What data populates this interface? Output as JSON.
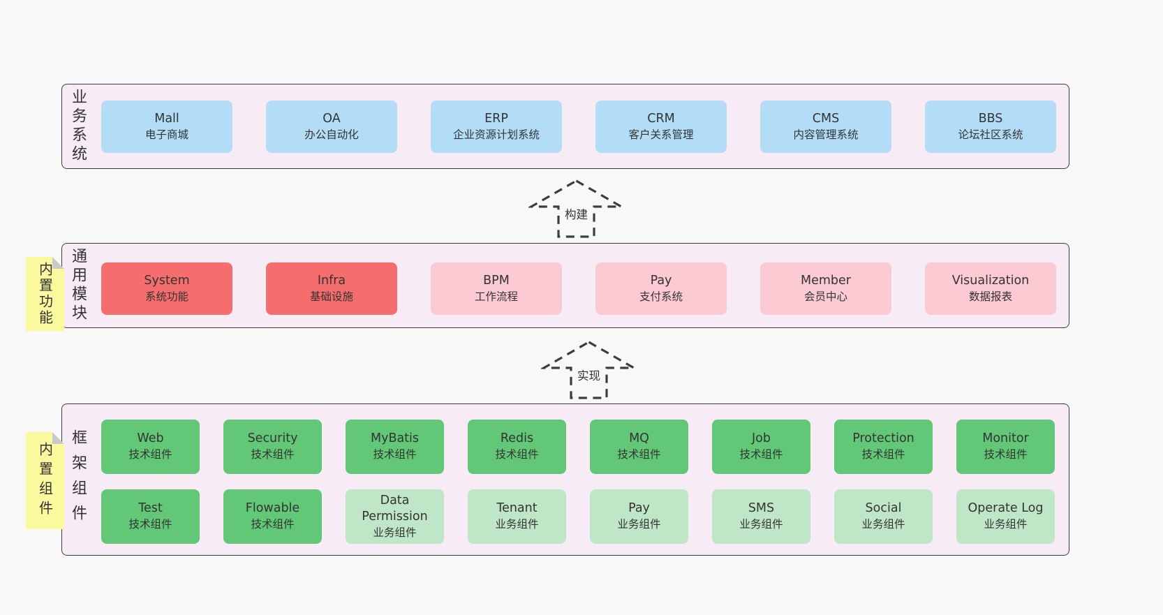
{
  "diagram": {
    "background": "#f8f8f8",
    "container_fill": "#f7ecf5",
    "container_border": "#3a3a3a",
    "text_color": "#333333",
    "note_fill": "#fbf99e",
    "note_fold_color": "#c9c9c9",
    "arrow_stroke": "#3d3d3d"
  },
  "module_colors": {
    "blue": "#b3ddf7",
    "red": "#f56d6d",
    "pink": "#fbcad3",
    "green": "#62c878",
    "green_light": "#bfe7c7"
  },
  "sections": [
    {
      "label": "业务系统",
      "rows": [
        [
          {
            "en": "Mall",
            "zh": "电子商城",
            "variant": "blue"
          },
          {
            "en": "OA",
            "zh": "办公自动化",
            "variant": "blue"
          },
          {
            "en": "ERP",
            "zh": "企业资源计划系统",
            "variant": "blue"
          },
          {
            "en": "CRM",
            "zh": "客户关系管理",
            "variant": "blue"
          },
          {
            "en": "CMS",
            "zh": "内容管理系统",
            "variant": "blue"
          },
          {
            "en": "BBS",
            "zh": "论坛社区系统",
            "variant": "blue"
          }
        ]
      ]
    },
    {
      "label": "通用模块",
      "note": "内置功能",
      "rows": [
        [
          {
            "en": "System",
            "zh": "系统功能",
            "variant": "red"
          },
          {
            "en": "Infra",
            "zh": "基础设施",
            "variant": "red"
          },
          {
            "en": "BPM",
            "zh": "工作流程",
            "variant": "pink"
          },
          {
            "en": "Pay",
            "zh": "支付系统",
            "variant": "pink"
          },
          {
            "en": "Member",
            "zh": "会员中心",
            "variant": "pink"
          },
          {
            "en": "Visualization",
            "zh": "数据报表",
            "variant": "pink"
          }
        ]
      ]
    },
    {
      "label": "框架组件",
      "note": "内置组件",
      "rows": [
        [
          {
            "en": "Web",
            "zh": "技术组件",
            "variant": "green"
          },
          {
            "en": "Security",
            "zh": "技术组件",
            "variant": "green"
          },
          {
            "en": "MyBatis",
            "zh": "技术组件",
            "variant": "green"
          },
          {
            "en": "Redis",
            "zh": "技术组件",
            "variant": "green"
          },
          {
            "en": "MQ",
            "zh": "技术组件",
            "variant": "green"
          },
          {
            "en": "Job",
            "zh": "技术组件",
            "variant": "green"
          },
          {
            "en": "Protection",
            "zh": "技术组件",
            "variant": "green"
          },
          {
            "en": "Monitor",
            "zh": "技术组件",
            "variant": "green"
          }
        ],
        [
          {
            "en": "Test",
            "zh": "技术组件",
            "variant": "green"
          },
          {
            "en": "Flowable",
            "zh": "技术组件",
            "variant": "green"
          },
          {
            "en": "Data Permission",
            "zh": "业务组件",
            "variant": "green_light"
          },
          {
            "en": "Tenant",
            "zh": "业务组件",
            "variant": "green_light"
          },
          {
            "en": "Pay",
            "zh": "业务组件",
            "variant": "green_light"
          },
          {
            "en": "SMS",
            "zh": "业务组件",
            "variant": "green_light"
          },
          {
            "en": "Social",
            "zh": "业务组件",
            "variant": "green_light"
          },
          {
            "en": "Operate Log",
            "zh": "业务组件",
            "variant": "green_light"
          }
        ]
      ]
    }
  ],
  "arrows": [
    {
      "label": "构建"
    },
    {
      "label": "实现"
    }
  ]
}
